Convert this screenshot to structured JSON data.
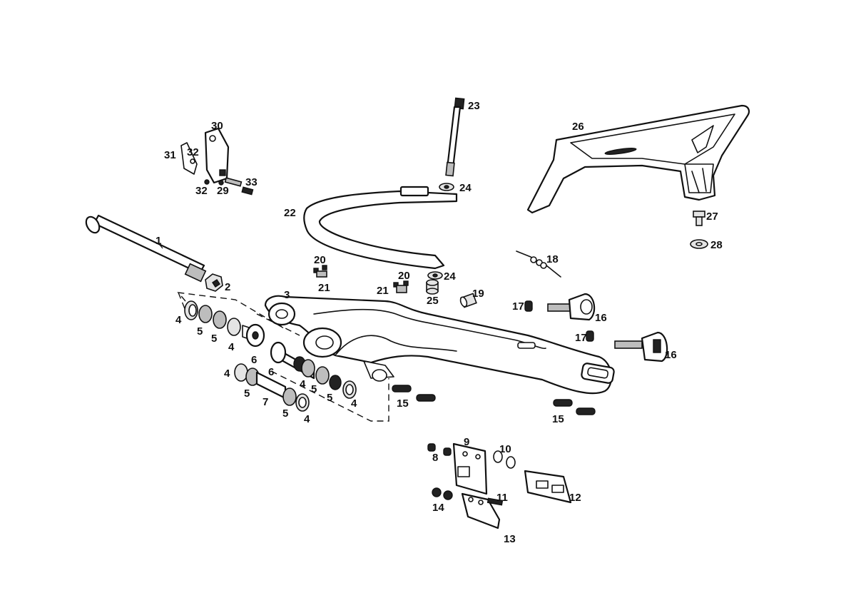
{
  "callouts": {
    "c1": "1",
    "c2": "2",
    "c3": "3",
    "c4": "4",
    "c5": "5",
    "c6": "6",
    "c7": "7",
    "c8": "8",
    "c9": "9",
    "c10": "10",
    "c11": "11",
    "c12": "12",
    "c13": "13",
    "c14": "14",
    "c15": "15",
    "c16": "16",
    "c17": "17",
    "c18": "18",
    "c19": "19",
    "c20": "20",
    "c21": "21",
    "c22": "22",
    "c23": "23",
    "c24": "24",
    "c25": "25",
    "c26": "26",
    "c27": "27",
    "c28": "28",
    "c29": "29",
    "c30": "30",
    "c31": "31",
    "c32": "32",
    "c33": "33"
  }
}
